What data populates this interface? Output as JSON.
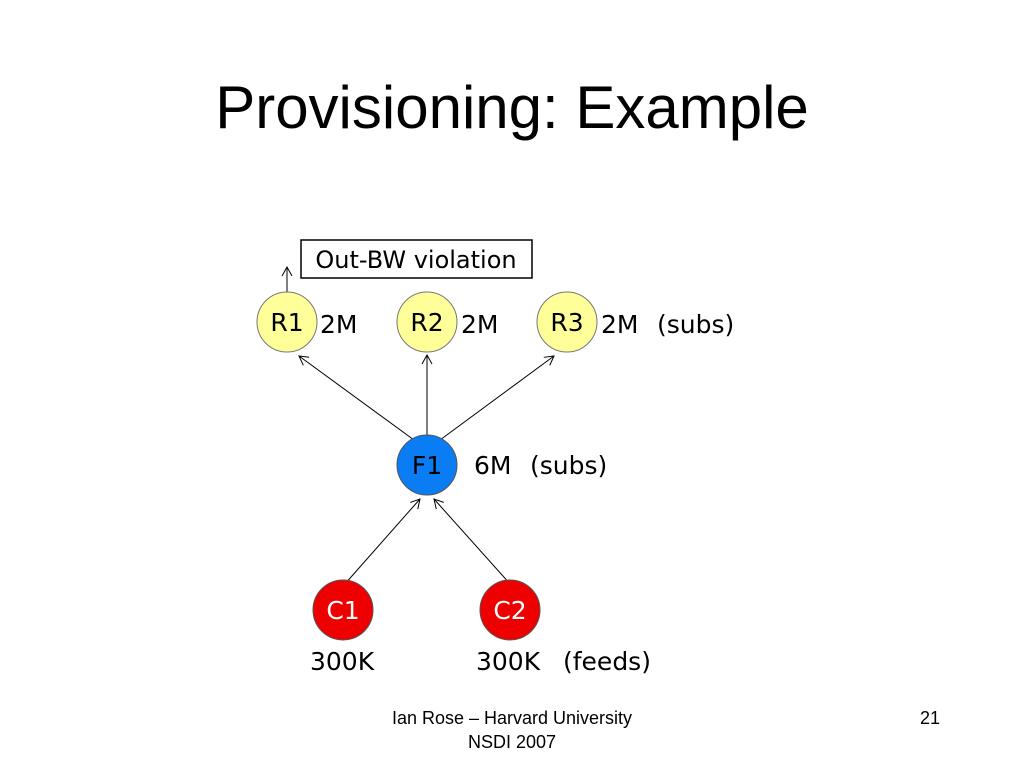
{
  "title": "Provisioning: Example",
  "diagram": {
    "violation_label": "Out-BW violation",
    "nodes": {
      "R1": {
        "label": "R1",
        "value": "2M",
        "color": "#ffff99"
      },
      "R2": {
        "label": "R2",
        "value": "2M",
        "color": "#ffff99"
      },
      "R3": {
        "label": "R3",
        "value": "2M",
        "color": "#ffff99"
      },
      "F1": {
        "label": "F1",
        "value": "6M",
        "color": "#0a7cf4"
      },
      "C1": {
        "label": "C1",
        "value": "300K",
        "color": "#ee0000"
      },
      "C2": {
        "label": "C2",
        "value": "300K",
        "color": "#ee0000"
      }
    },
    "tags": {
      "subs": "(subs)",
      "feeds": "(feeds)"
    }
  },
  "footer": {
    "line1": "Ian Rose – Harvard University",
    "line2": "NSDI 2007",
    "page": "21"
  }
}
